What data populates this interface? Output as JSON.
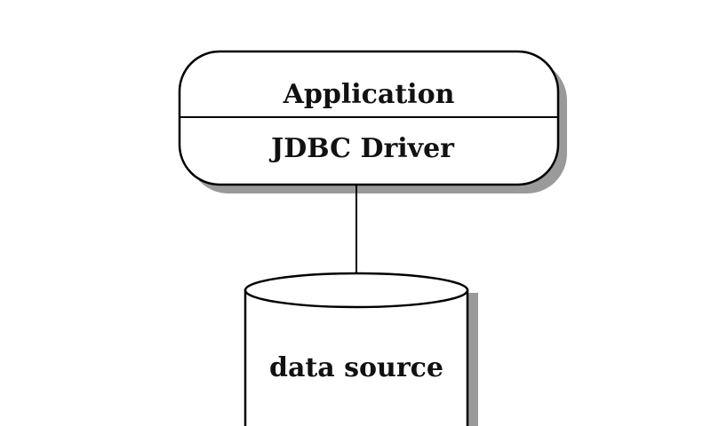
{
  "diagram": {
    "application_box": {
      "top_label": "Application",
      "bottom_label": "JDBC Driver"
    },
    "data_source": {
      "label": "data source"
    }
  },
  "colors": {
    "stroke": "#000000",
    "shadow": "#9a9a9a",
    "fill": "#ffffff",
    "text": "#111111"
  }
}
